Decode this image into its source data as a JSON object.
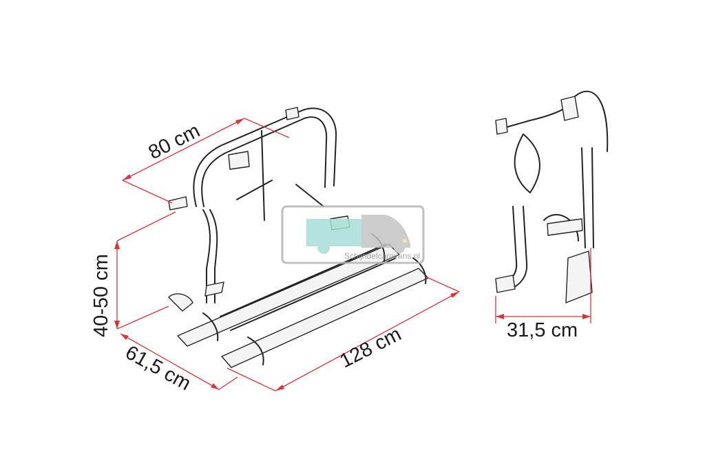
{
  "dimensions": {
    "width_top": "80 cm",
    "height": "40-50 cm",
    "depth": "61,5 cm",
    "length": "128 cm",
    "side_depth": "31,5 cm"
  },
  "watermark": {
    "text": "Schijndelcaravans.nl",
    "colors": {
      "teal": "#a9ddd6",
      "grey": "#c4c4c4",
      "frame": "#b5b5b5"
    }
  },
  "colors": {
    "dimension_line": "#d9343a",
    "drawing": "#222222"
  }
}
